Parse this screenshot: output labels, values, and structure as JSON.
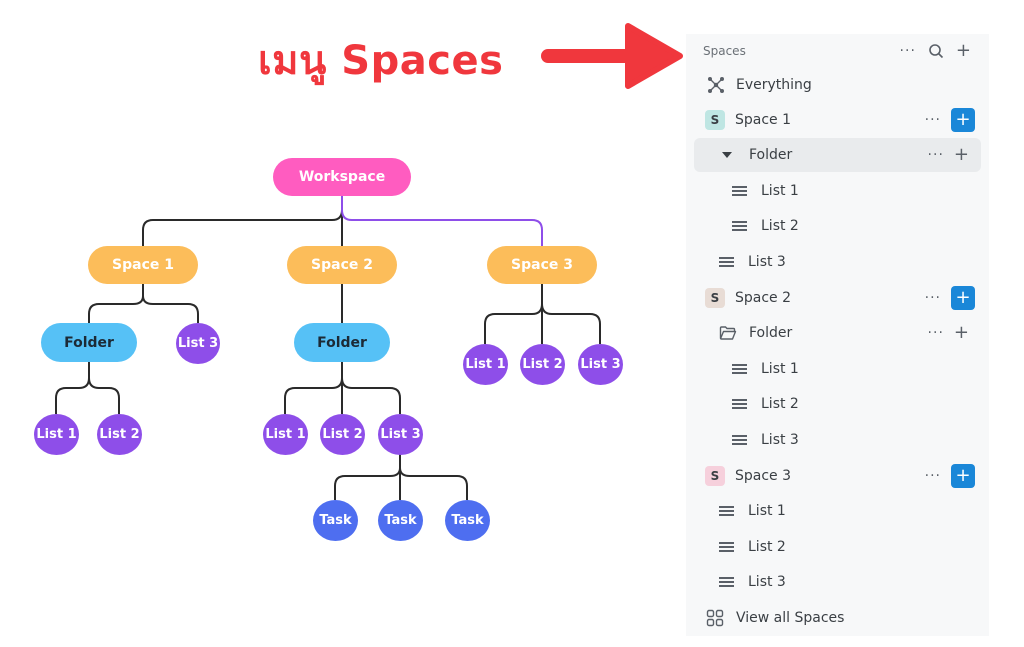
{
  "header": {
    "title": "เมนู Spaces",
    "arrow_color": "#f0373d"
  },
  "diagram": {
    "workspace": "Workspace",
    "spaces": [
      "Space 1",
      "Space 2",
      "Space 3"
    ],
    "folder": "Folder",
    "list_1": "List 1",
    "list_2": "List 2",
    "list_3": "List 3",
    "task": "Task",
    "colors": {
      "workspace": "#ff5cc0",
      "space": "#fcbd5a",
      "folder": "#56c1f6",
      "list": "#8e4ee9",
      "task": "#4e6ef0",
      "connector": "#2a2a2a",
      "connector_highlight": "#8e4ee9"
    }
  },
  "sidebar": {
    "header_label": "Spaces",
    "header_icons": [
      "dots-icon",
      "search-icon",
      "plus-icon"
    ],
    "everything": "Everything",
    "space1": {
      "avatar": "S",
      "label": "Space 1",
      "avatar_color": "#bfe6e3"
    },
    "folder1": "Folder",
    "s1_list1": "List 1",
    "s1_list2": "List 2",
    "s1_list3": "List 3",
    "space2": {
      "avatar": "S",
      "label": "Space 2",
      "avatar_color": "#e8dcd5"
    },
    "folder2": "Folder",
    "s2_list1": "List 1",
    "s2_list2": "List 2",
    "s2_list3": "List 3",
    "space3": {
      "avatar": "S",
      "label": "Space 3",
      "avatar_color": "#f6d0dc"
    },
    "s3_list1": "List 1",
    "s3_list2": "List 2",
    "s3_list3": "List 3",
    "view_all": "View all Spaces",
    "dots": "···",
    "plus": "+",
    "accent": "#1a87d8"
  }
}
